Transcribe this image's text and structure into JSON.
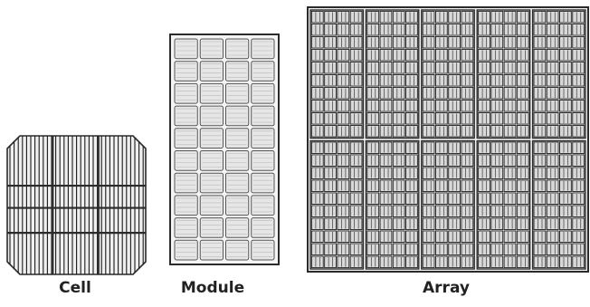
{
  "labels": {
    "cell": "Cell",
    "module": "Module",
    "array": "Array"
  },
  "colors": {
    "ink": "#1a1a1a",
    "frame": "#2b2b2b",
    "panel_fill": "#f4f4f4",
    "background": "#ffffff"
  },
  "cell": {
    "shape": "pseudo-square with clipped corners",
    "fingers": "dense vertical grid lines",
    "busbars": 2
  },
  "module": {
    "columns": 4,
    "rows": 10
  },
  "array": {
    "modules_across": 5,
    "modules_down": 2,
    "cells_per_module_across": 4,
    "cells_per_module_down": 10
  }
}
